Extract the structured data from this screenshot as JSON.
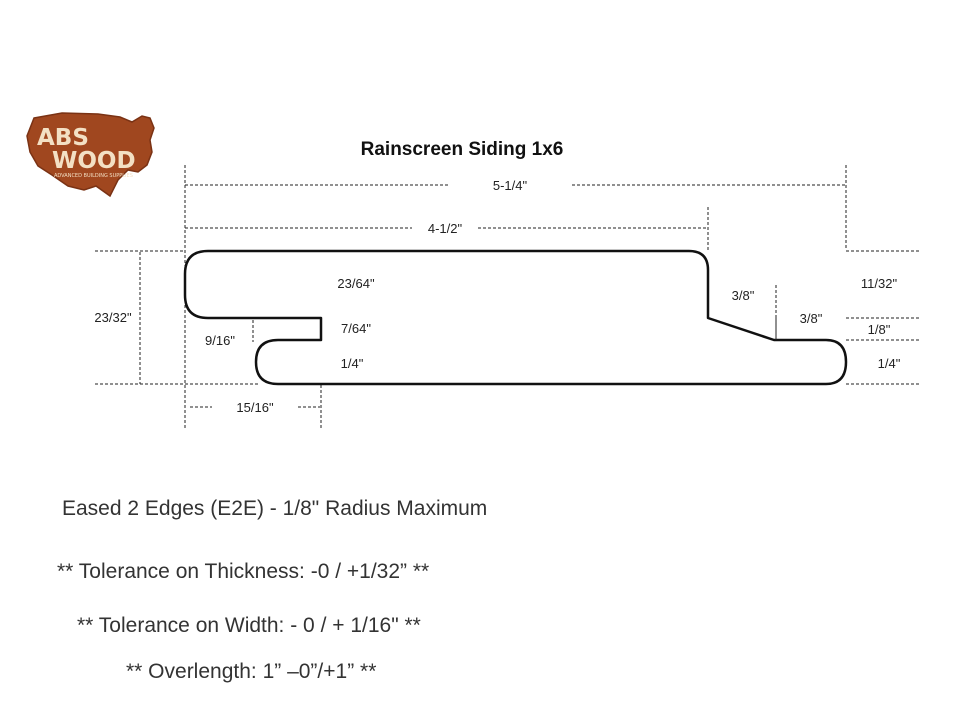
{
  "logo": {
    "line1": "ABS",
    "line2": "WOOD",
    "tagline": "ADVANCED BUILDING SUPPLIES",
    "color": "#a0471f"
  },
  "title": "Rainscreen Siding 1x6",
  "dims": {
    "overall_width": "5-1/4\"",
    "face_width": "4-1/2\"",
    "total_thickness": "23/32\"",
    "top_thickness": "23/64\"",
    "step": "7/64\"",
    "lip": "1/4\"",
    "lower_left_height": "9/16\"",
    "tongue_length": "15/16\"",
    "bevel_height": "3/8\"",
    "bevel_run": "3/8\"",
    "right_top": "11/32\"",
    "right_mid": "1/8\"",
    "right_bottom": "1/4\""
  },
  "notes": {
    "edges": "Eased  2 Edges (E2E) - 1/8\" Radius Maximum",
    "thickness": "** Tolerance on Thickness:  -0 / +1/32” **",
    "width": "** Tolerance on Width: - 0 / + 1/16\" **",
    "overlength": "** Overlength:  1” –0”/+1”  **"
  }
}
